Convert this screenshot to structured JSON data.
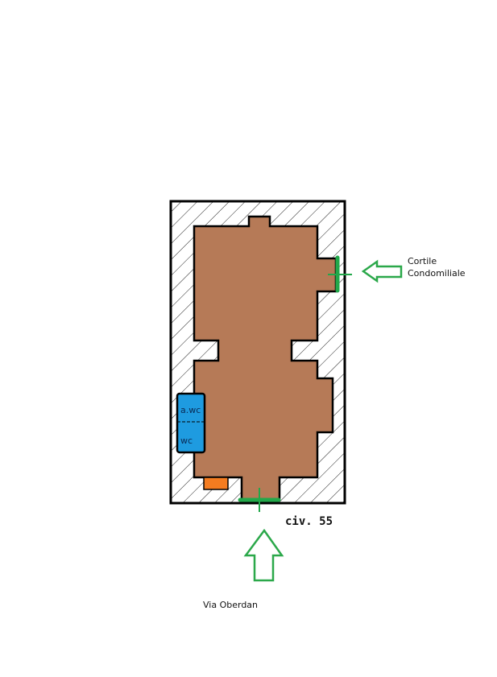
{
  "plan": {
    "rooms": {
      "antiwc": "a.wc",
      "wc": "wc"
    },
    "civic_number": "civ. 55",
    "courtyard_label_line1": "Cortile",
    "courtyard_label_line2": "Condomiliale",
    "street_label": "Via Oberdan"
  },
  "colors": {
    "floor": "#b67a57",
    "bathroom": "#1e9be0",
    "accent_orange": "#f47c20",
    "door_green": "#22a84a",
    "arrow_green": "#2ba84a"
  }
}
